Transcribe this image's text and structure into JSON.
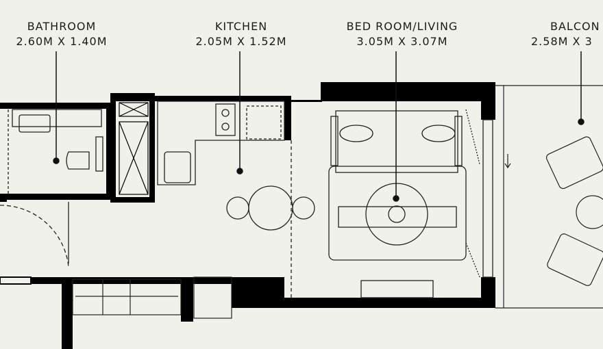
{
  "rooms": [
    {
      "name": "BATHROOM",
      "dimensions": "2.60M X 1.40M"
    },
    {
      "name": "KITCHEN",
      "dimensions": "2.05M X 1.52M"
    },
    {
      "name": "BED ROOM/LIVING",
      "dimensions": "3.05M X 3.07M"
    },
    {
      "name": "BALCON",
      "dimensions": "2.58M X 3"
    }
  ],
  "colors": {
    "wall": "#000000",
    "background": "#f1f1ec",
    "line": "#1a1a1a"
  }
}
